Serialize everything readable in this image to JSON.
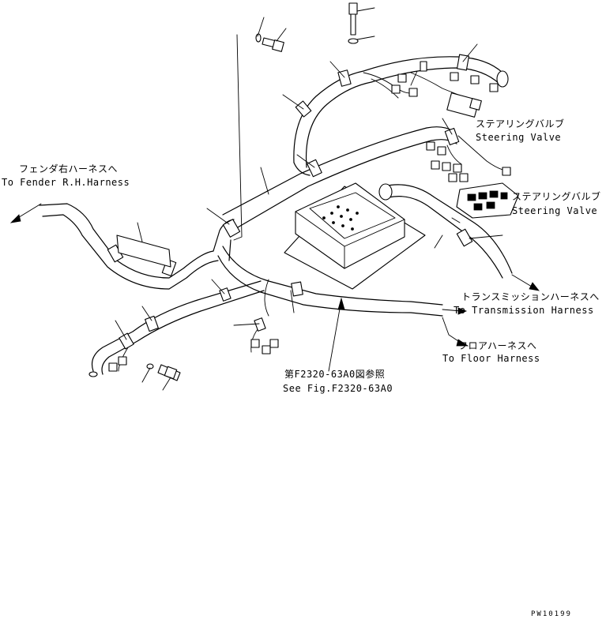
{
  "labels": {
    "fender_jp": "フェンダ右ハーネスへ",
    "fender_en": "To Fender R.H.Harness",
    "steering1_jp": "ステアリングバルブ",
    "steering1_en": "Steering Valve",
    "steering2_jp": "ステアリングバルブ",
    "steering2_en": "Steering Valve",
    "transmission_jp": "トランスミッションハーネスへ",
    "transmission_en": "To Transmission Harness",
    "floor_jp": "フロアハーネスへ",
    "floor_en": "To Floor Harness",
    "seefig_jp": "第F2320-63A0図参照",
    "seefig_en": "See Fig.F2320-63A0"
  },
  "drawing_code": "PW10199"
}
